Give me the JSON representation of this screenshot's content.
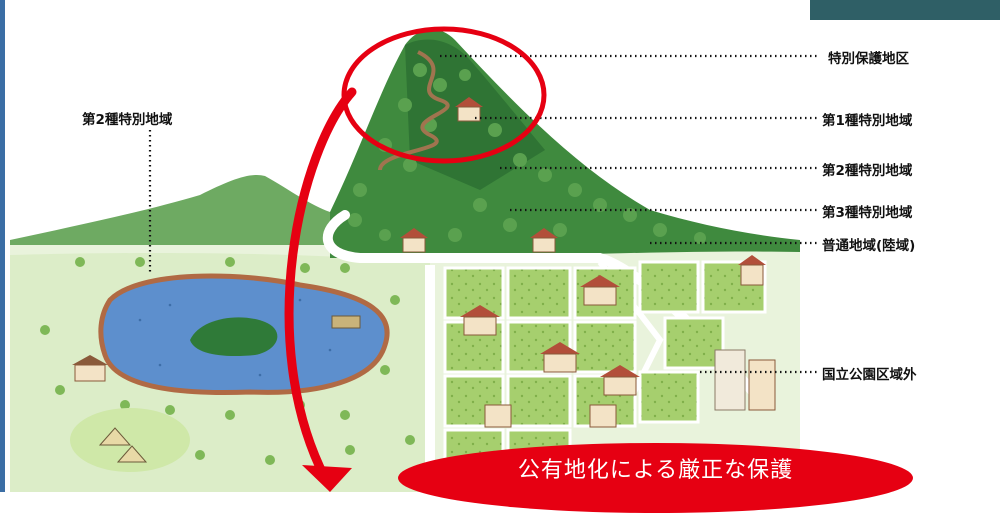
{
  "map": {
    "left_label": "第2種特別地域",
    "zones": [
      {
        "id": "special-protection",
        "label": "特別保護地区"
      },
      {
        "id": "class1",
        "label": "第1種特別地域"
      },
      {
        "id": "class2",
        "label": "第2種特別地域"
      },
      {
        "id": "class3",
        "label": "第3種特別地域"
      },
      {
        "id": "ordinary",
        "label": "普通地域(陸域)"
      },
      {
        "id": "outside",
        "label": "国立公園区域外"
      }
    ]
  },
  "banner": {
    "text": "公有地化による厳正な保護"
  },
  "colors": {
    "accent_red": "#e60012",
    "frame_blue": "#3b6ea5",
    "tab_teal": "#2f5f66"
  }
}
